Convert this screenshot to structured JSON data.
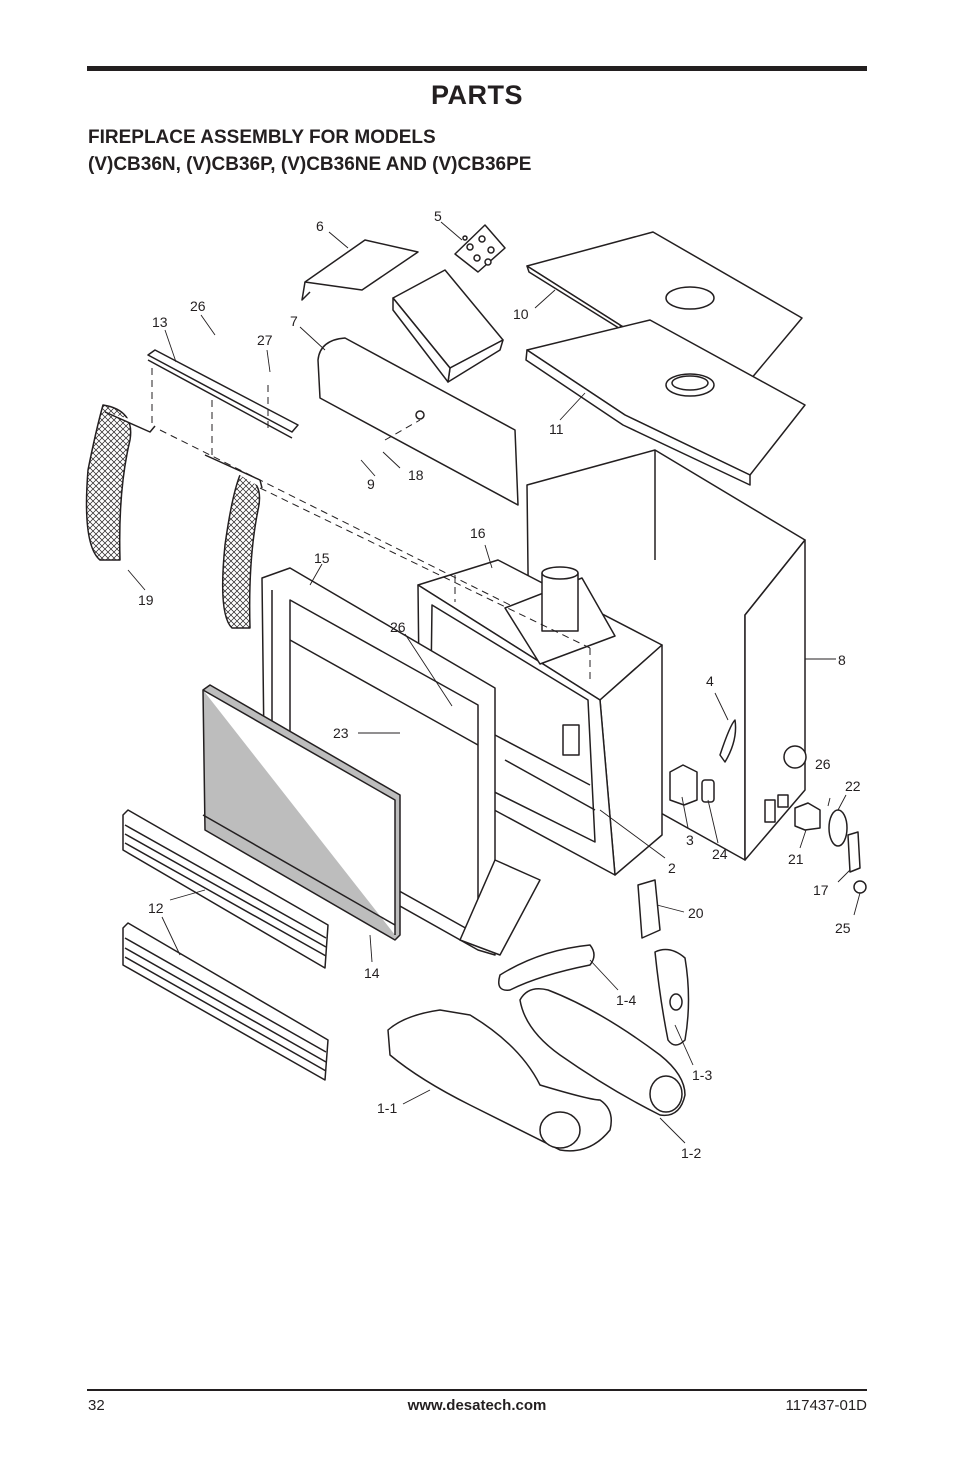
{
  "header": {
    "section_title": "PARTS",
    "subtitle_line1": "FIREPLACE ASSEMBLY FOR MODELS",
    "subtitle_line2": "(V)CB36N, (V)CB36P, (V)CB36NE AND (V)CB36PE"
  },
  "diagram": {
    "callouts": {
      "p1_1": "1-1",
      "p1_2": "1-2",
      "p1_3": "1-3",
      "p1_4": "1-4",
      "p2": "2",
      "p3": "3",
      "p4": "4",
      "p5": "5",
      "p6": "6",
      "p7": "7",
      "p8": "8",
      "p9": "9",
      "p10": "10",
      "p11": "11",
      "p12": "12",
      "p13": "13",
      "p14": "14",
      "p15": "15",
      "p16": "16",
      "p17": "17",
      "p18": "18",
      "p19": "19",
      "p20": "20",
      "p21": "21",
      "p22": "22",
      "p23": "23",
      "p24": "24",
      "p25": "25",
      "p26a": "26",
      "p26b": "26",
      "p26c": "26",
      "p27": "27"
    }
  },
  "footer": {
    "page_number": "32",
    "website": "www.desatech.com",
    "doc_number": "117437-01D"
  }
}
